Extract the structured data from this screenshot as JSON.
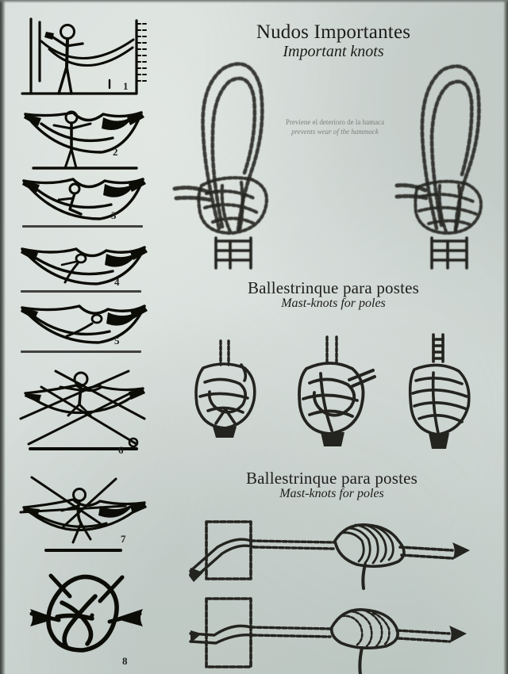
{
  "document": {
    "type": "scanned-instruction-page",
    "subject": "hammock hanging instructions and knots",
    "background_color": "#d6dcd8",
    "ink_color": "#23231f"
  },
  "left_column": {
    "name": "hammock-hanging-steps",
    "steps": [
      {
        "number": "1",
        "description": "person hanging hammock between two posts"
      },
      {
        "number": "2",
        "description": "person standing beside hung hammock"
      },
      {
        "number": "3",
        "description": "person sitting into hammock"
      },
      {
        "number": "4",
        "description": "person lying in hammock"
      },
      {
        "number": "5",
        "description": "person reclined diagonally in hammock"
      },
      {
        "number": "6",
        "description": "person entering hammock with crossed spreader lines"
      },
      {
        "number": "7",
        "description": "person seated in hammock with crossed lines"
      },
      {
        "number": "8",
        "description": "knot detail diagram"
      }
    ]
  },
  "right_column": {
    "sections": [
      {
        "name": "important-knots",
        "heading_es": "Nudos Importantes",
        "heading_en": "Important knots",
        "caption_es": "Previene el deterioro de la hamaca",
        "caption_en": "prevents wear of the hammock",
        "figures": [
          "looped knot around post left",
          "looped knot around post right"
        ]
      },
      {
        "name": "mast-knots-poles-upper",
        "heading_es": "Ballestrinque para postes",
        "heading_en": "Mast-knots for poles",
        "figures": [
          "clove hitch stage one",
          "clove hitch stage two",
          "clove hitch stage three"
        ]
      },
      {
        "name": "mast-knots-poles-lower",
        "heading_es": "Ballestrinque para postes",
        "heading_en": "Mast-knots for poles",
        "figures": [
          "rope over square post with detail",
          "rope through square post with detail"
        ]
      }
    ]
  }
}
